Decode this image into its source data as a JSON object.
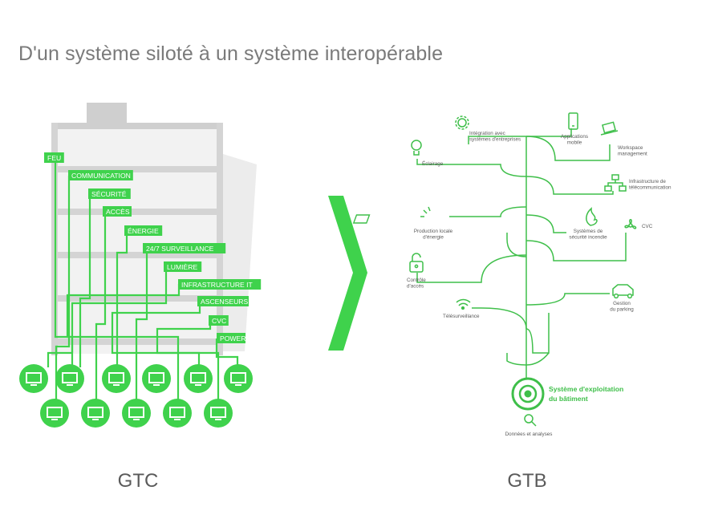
{
  "title": "D'un système siloté à un système interopérable",
  "colors": {
    "green": "#3fd24c",
    "tree_green": "#3fbf4a",
    "building": "#d6d6d6",
    "text": "#5a5a5a"
  },
  "left": {
    "caption": "GTC",
    "labels": [
      "FEU",
      "COMMUNICATION",
      "SÉCURITÉ",
      "ACCÈS",
      "ÉNERGIE",
      "24/7 SURVEILLANCE",
      "LUMIÈRE",
      "INFRASTRUCTURE IT",
      "ASCENSEURS",
      "CVC",
      "POWER"
    ]
  },
  "arrow_icon": "chevron-right-icon",
  "right": {
    "caption": "GTB",
    "core": [
      "Système d'exploitation",
      "du bâtiment"
    ],
    "items": [
      {
        "icon": "lightbulb-icon",
        "lines": [
          "Éclairage"
        ]
      },
      {
        "icon": "gear-icon",
        "lines": [
          "Intégration avec",
          "systèmes d'entreprises"
        ]
      },
      {
        "icon": "smartphone-icon",
        "lines": [
          "Applications",
          "mobile"
        ]
      },
      {
        "icon": "laptop-icon",
        "lines": [
          "Workspace",
          "management"
        ]
      },
      {
        "icon": "network-icon",
        "lines": [
          "Infrastructure de",
          "télécommunication"
        ]
      },
      {
        "icon": "solar-panel-icon",
        "lines": [
          "Production locale",
          "d'énergie"
        ]
      },
      {
        "icon": "flame-icon",
        "lines": [
          "Systèmes de",
          "sécurité incendie"
        ]
      },
      {
        "icon": "fan-icon",
        "lines": [
          "CVC"
        ]
      },
      {
        "icon": "padlock-icon",
        "lines": [
          "Contrôle",
          "d'accès"
        ]
      },
      {
        "icon": "car-icon",
        "lines": [
          "Gestion",
          "du parking"
        ]
      },
      {
        "icon": "wifi-icon",
        "lines": [
          "Télésurveillance"
        ]
      },
      {
        "icon": "magnifier-icon",
        "lines": [
          "Données et analyses"
        ]
      }
    ]
  }
}
